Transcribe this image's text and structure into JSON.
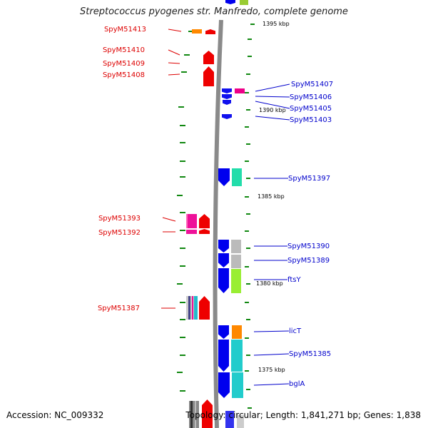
{
  "header": {
    "title": "Streptococcus pyogenes str. Manfredo, complete genome"
  },
  "footer": {
    "accession": "Accession: NC_009332",
    "stats": "Topology: circular; Length: 1,841,271 bp; Genes: 1,838"
  },
  "colors": {
    "left_labels": "#dd0000",
    "right_labels": "#0000cc",
    "ticks": "#118811",
    "backbone": "#888888"
  },
  "scale_labels": [
    "1395 kbp",
    "1390 kbp",
    "1385 kbp",
    "1380 kbp",
    "1375 kbp"
  ],
  "left_genes": [
    "SpyM51413",
    "SpyM51410",
    "SpyM51409",
    "SpyM51408",
    "SpyM51393",
    "SpyM51392",
    "SpyM51387"
  ],
  "right_genes": [
    "SpyM51407",
    "SpyM51406",
    "SpyM51405",
    "SpyM51403",
    "SpyM51397",
    "SpyM51390",
    "SpyM51389",
    "ftsY",
    "licT",
    "SpyM51385",
    "bglA"
  ]
}
